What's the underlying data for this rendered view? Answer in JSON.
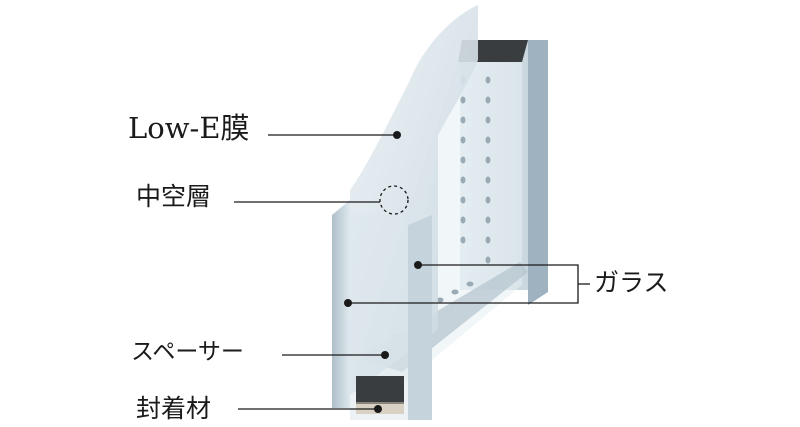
{
  "labels": {
    "low_e": "Low-E膜",
    "hollow_layer": "中空層",
    "glass": "ガラス",
    "spacer": "スペーサー",
    "sealant": "封着材"
  },
  "colors": {
    "glass_face": "#cfdce5",
    "glass_edge": "#b9c9d4",
    "spacer_dark": "#3a3d40",
    "leader_line": "#1a1a1a"
  }
}
